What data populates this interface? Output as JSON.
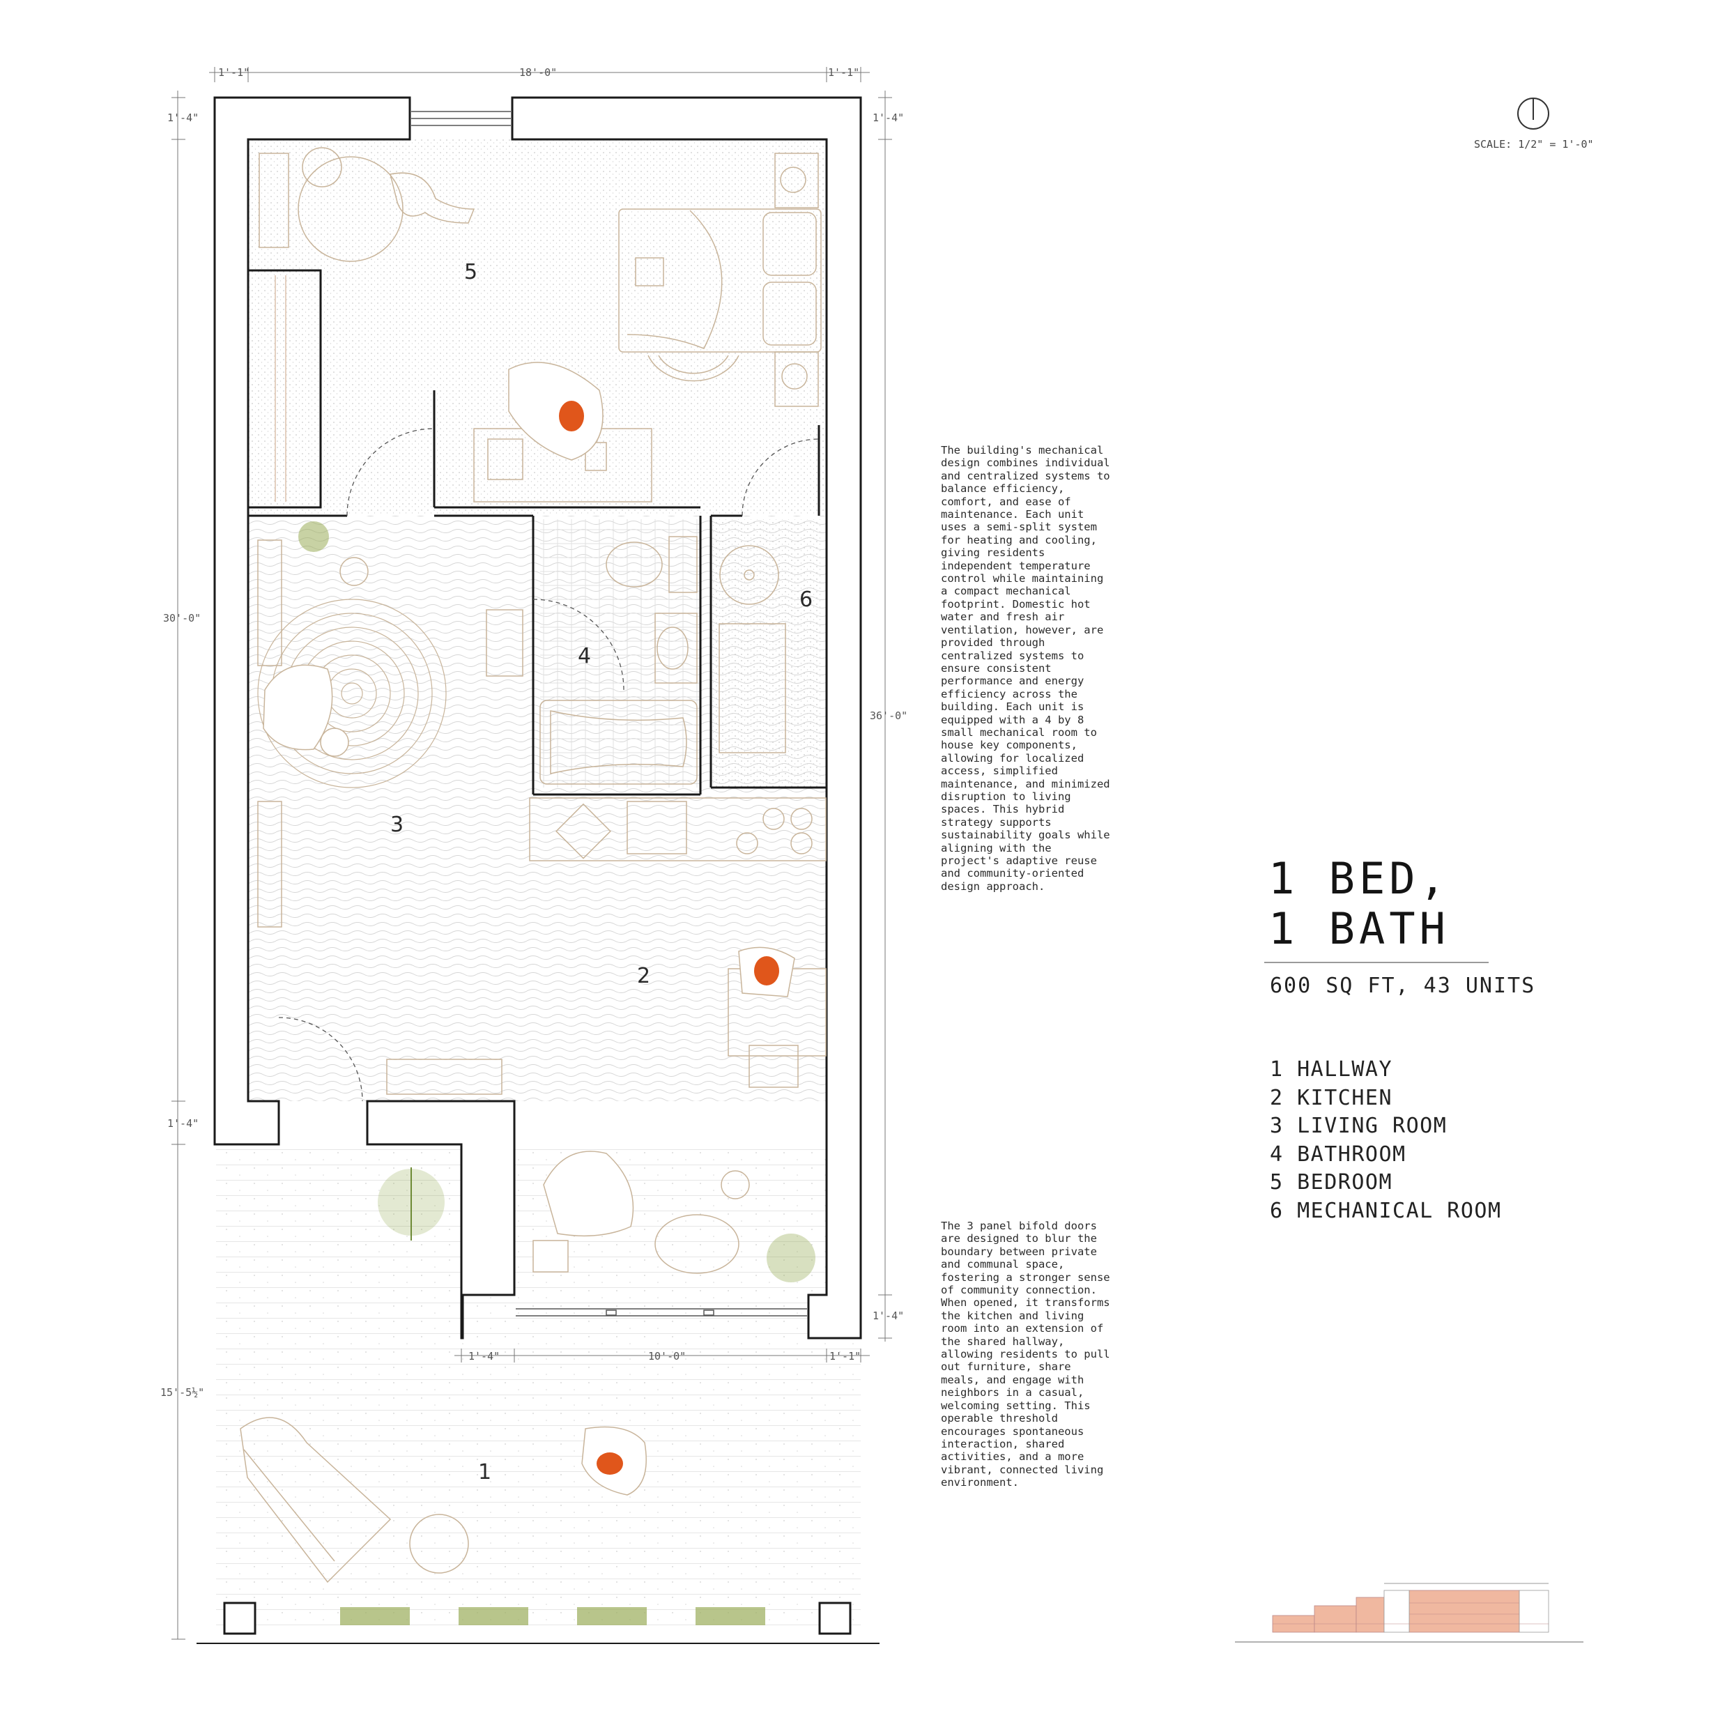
{
  "dimensions": {
    "top_left": "1'-1\"",
    "top_center": "18'-0\"",
    "top_right": "1'-1\"",
    "left_top": "1'-4\"",
    "left_main": "30'-0\"",
    "left_lower": "1'-4\"",
    "left_hallway": "15'-5½\"",
    "right_top": "1'-4\"",
    "right_main": "36'-0\"",
    "right_lower": "1'-4\"",
    "bottom_left": "1'-4\"",
    "bottom_center": "10'-0\"",
    "bottom_right": "1'-1\""
  },
  "rooms": {
    "r1": "1",
    "r2": "2",
    "r3": "3",
    "r4": "4",
    "r5": "5",
    "r6": "6"
  },
  "scale": "SCALE: 1/2\" = 1'-0\"",
  "description_mechanical": "The building's mechanical design combines individual and centralized systems to balance efficiency, comfort, and ease of maintenance. Each unit uses a semi-split system for heating and cooling, giving residents independent temperature control while maintaining a compact mechanical footprint. Domestic hot water and fresh air ventilation, however, are provided through centralized systems to ensure consistent performance and energy efficiency across the building. Each unit is equipped with a 4 by 8 small mechanical room to house key components, allowing for localized access, simplified maintenance, and minimized disruption to living spaces. This hybrid strategy supports sustainability goals while aligning with the project's adaptive reuse and community-oriented design approach.",
  "description_bifold": "The 3 panel bifold doors are designed to blur the boundary between private and communal space, fostering a stronger sense of community connection. When opened, it transforms the kitchen and living room into an extension of the shared hallway, allowing residents to pull out furniture, share meals, and engage with neighbors in a casual, welcoming setting. This operable threshold encourages spontaneous interaction, shared activities, and a more vibrant, connected living environment.",
  "title_line1": "1 BED,",
  "title_line2": "1 BATH",
  "subtitle": "600 SQ FT, 43 UNITS",
  "legend": [
    "1 HALLWAY",
    "2 KITCHEN",
    "3 LIVING ROOM",
    "4 BATHROOM",
    "5 BEDROOM",
    "6 MECHANICAL ROOM"
  ],
  "colors": {
    "wall": "#1a1a1a",
    "furniture_line": "#c8b49a",
    "accent_orange": "#e0561b",
    "planter_green": "#8fa64a",
    "section_pink": "#f0b8a0"
  }
}
